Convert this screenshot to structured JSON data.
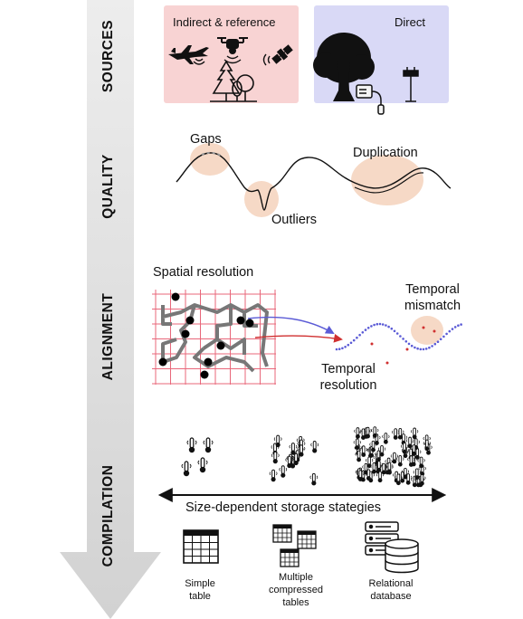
{
  "stages": {
    "sources": "SOURCES",
    "quality": "QUALITY",
    "alignment": "ALIGNMENT",
    "compilation": "COMPILATION"
  },
  "sources": {
    "indirect_label": "Indirect & reference",
    "direct_label": "Direct",
    "indirect_color": "#f8d3d3",
    "direct_color": "#d9d9f6"
  },
  "quality": {
    "gaps": "Gaps",
    "outliers": "Outliers",
    "duplication": "Duplication",
    "highlight_color": "#f6d9c6"
  },
  "alignment": {
    "spatial_resolution": "Spatial resolution",
    "temporal_mismatch_line1": "Temporal",
    "temporal_mismatch_line2": "mismatch",
    "temporal_resolution_line1": "Temporal",
    "temporal_resolution_line2": "resolution",
    "grid_color": "#e8677a",
    "arrow_blue": "#5b5bd6",
    "arrow_red": "#d03030"
  },
  "compilation": {
    "storage_strategies": "Size-dependent storage stategies",
    "simple_table_line1": "Simple",
    "simple_table_line2": "table",
    "multiple_line1": "Multiple",
    "multiple_line2": "compressed",
    "multiple_line3": "tables",
    "relational_line1": "Relational",
    "relational_line2": "database"
  },
  "icons": {
    "airplane": "airplane-icon",
    "drone": "drone-icon",
    "satellite": "satellite-icon",
    "forest": "forest-icon",
    "tree": "tree-icon",
    "data_logger": "data-logger-icon",
    "weather_station": "weather-station-icon",
    "thermometer": "thermometer-icon",
    "table": "table-icon",
    "database": "database-icon"
  }
}
